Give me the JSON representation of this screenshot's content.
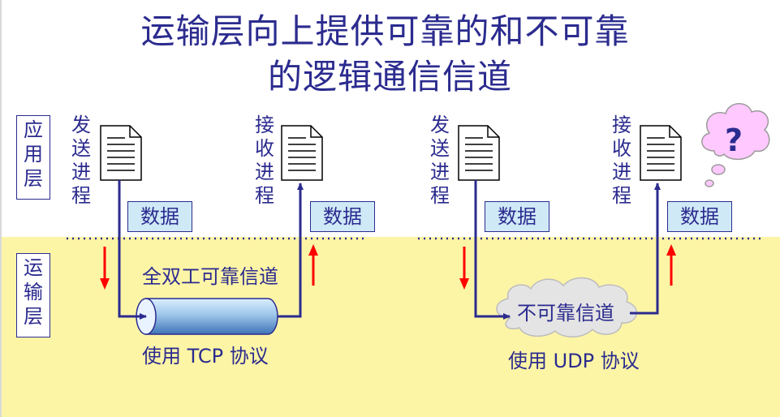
{
  "title": {
    "line1": "运输层向上提供可靠的和不可靠",
    "line2": "的逻辑通信信道"
  },
  "layers": {
    "application": [
      "应",
      "用",
      "层"
    ],
    "transport": [
      "运",
      "输",
      "层"
    ]
  },
  "tcp": {
    "sender": [
      "发",
      "送",
      "进",
      "程"
    ],
    "receiver": [
      "接",
      "收",
      "进",
      "程"
    ],
    "data_left": "数据",
    "data_right": "数据",
    "channel_label": "全双工可靠信道",
    "protocol_label": "使用 TCP 协议"
  },
  "udp": {
    "sender": [
      "发",
      "送",
      "进",
      "程"
    ],
    "receiver": [
      "接",
      "收",
      "进",
      "程"
    ],
    "data_left": "数据",
    "data_right": "数据",
    "cloud_label": "不可靠信道",
    "protocol_label": "使用 UDP 协议"
  },
  "thought_bubble": {
    "text": "?"
  },
  "colors": {
    "text": "#2b2b8f",
    "transport_background": "#fdf5a6",
    "data_box": "#cfe9f7",
    "arrow_red": "#ff0000",
    "bubble": "#ffc8ff",
    "cloud": "#e0e0e0",
    "pipe": "#9ec6ea"
  }
}
